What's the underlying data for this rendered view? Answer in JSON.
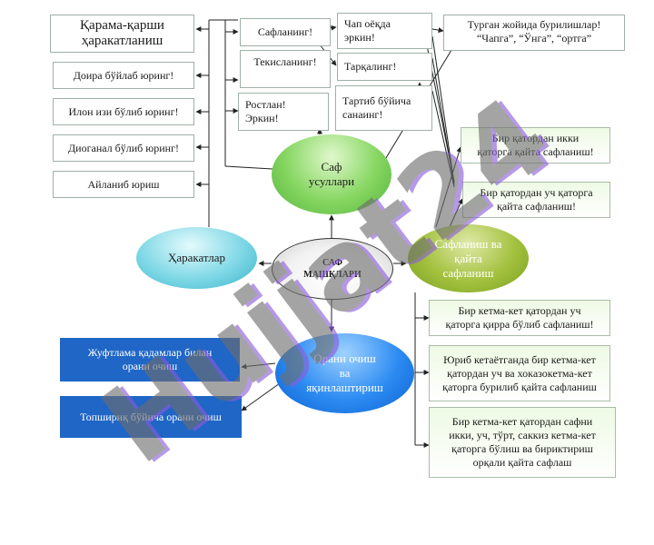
{
  "center": {
    "line1": "САФ",
    "line2": "МАШҚЛАРИ"
  },
  "nodes": {
    "saf_usullari": {
      "line1": "Саф",
      "line2": "усуллари"
    },
    "harakatlar": {
      "label": "Ҳаракатлар"
    },
    "saflanish": {
      "line1": "Сафланиш ва",
      "line2": "қайта",
      "line3": "сафланиш"
    },
    "orani": {
      "line1": "Орани очиш",
      "line2": "ва",
      "line3": "яқинлаштириш"
    }
  },
  "movement_items": {
    "qarama": {
      "line1": "Қарама-қарши",
      "line2": "ҳаракатланиш"
    },
    "doira": "Доира бўйлаб юринг!",
    "ilon": "Илон изи бўлиб юринг!",
    "diagonal": "Диоганал бўлиб юринг!",
    "aylanib": "Айланиб юриш"
  },
  "method_items": {
    "saflaning": "Сафланинг!",
    "tekislaning": "Текисланинг!",
    "rostlan": {
      "line1": "Ростлан!",
      "line2": "Эркин!"
    },
    "chap": {
      "line1": "Чап оёқда",
      "line2": "эркин!"
    },
    "tarqaling": "Тарқалинг!",
    "tartib": {
      "line1": "Тартиб бўйича",
      "line2": "санаинг!"
    },
    "turgan": {
      "line1": "Турган жойида бурилишлар!",
      "line2": "“Чапга”, “Ўнга”, “ортга”"
    }
  },
  "regroup_items": {
    "ikki": {
      "line1": "Бир қатордан икки",
      "line2": "қаторга қайта сафланиш!"
    },
    "uch": {
      "line1": "Бир қатордан уч қаторга",
      "line2": "қайта сафланиш!"
    },
    "ketma_uch": {
      "line1": "Бир кетма-кет қатордан уч",
      "line2": "қаторга қирра бўлиб сафланиш!"
    },
    "yurib": {
      "line1": "Юриб кетаётганда бир кетма-кет",
      "line2": "қатордан уч ва хоказокетма-кет",
      "line3": "қаторга бурилиб қайта сафланиш"
    },
    "safni": {
      "line1": "Бир кетма-кет  қатордан сафни",
      "line2": "икки, уч, тўрт, саккиз кетма-кет",
      "line3": "қаторга бўлиш ва бириктириш",
      "line4": "орқали қайта сафлаш"
    }
  },
  "opening_items": {
    "juftlama": {
      "line1": "Жуфтлама қадамлар билан",
      "line2": "орани очиш"
    },
    "topshiriq": "Топшириқ бўйича орани очиш"
  },
  "watermark": {
    "text": "Hujjat24",
    "color": "#6e6e6e",
    "accent": "#8a5cd8"
  }
}
